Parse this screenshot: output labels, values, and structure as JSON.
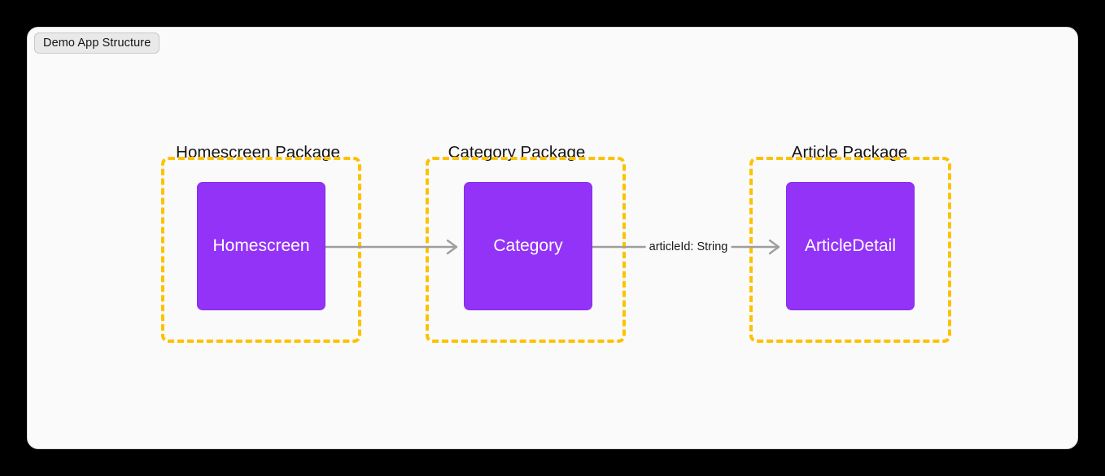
{
  "window": {
    "title": "Demo App Structure",
    "background_color": "#000000",
    "card_color": "#fafafa"
  },
  "colors": {
    "node_fill": "#9333f7",
    "node_text": "#ffffff",
    "package_border": "#fcc200",
    "edge": "#9e9e9e",
    "label_text": "#141414",
    "pill_fill": "#e9e9e9"
  },
  "diagram": {
    "type": "flow",
    "packages": [
      {
        "label": "Homescreen Package",
        "node": "Homescreen"
      },
      {
        "label": "Category Package",
        "node": "Category"
      },
      {
        "label": "Article Package",
        "node": "ArticleDetail"
      }
    ],
    "nodes": [
      {
        "id": "homescreen",
        "label": "Homescreen"
      },
      {
        "id": "category",
        "label": "Category"
      },
      {
        "id": "articledetail",
        "label": "ArticleDetail"
      }
    ],
    "edges": [
      {
        "from": "Homescreen",
        "to": "Category",
        "label": ""
      },
      {
        "from": "Category",
        "to": "ArticleDetail",
        "label": "articleId: String"
      }
    ]
  }
}
